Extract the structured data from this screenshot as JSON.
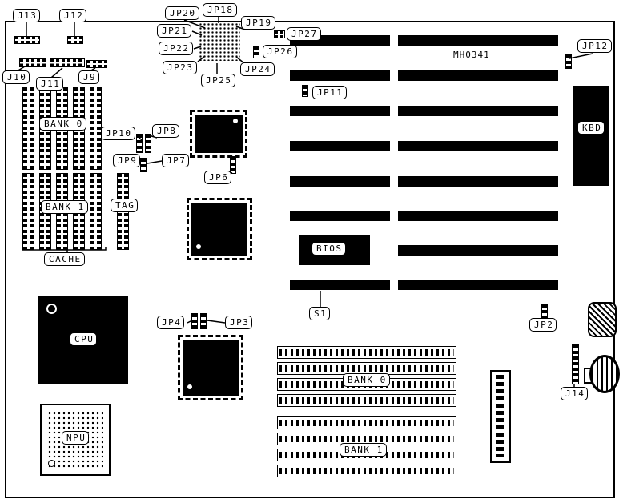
{
  "board": {
    "part_number": "MH0341"
  },
  "labels": {
    "j13": "J13",
    "j12": "J12",
    "j10": "J10",
    "j11": "J11",
    "j9": "J9",
    "j14": "J14",
    "jp2": "JP2",
    "jp3": "JP3",
    "jp4": "JP4",
    "jp6": "JP6",
    "jp7": "JP7",
    "jp8": "JP8",
    "jp9": "JP9",
    "jp10": "JP10",
    "jp11": "JP11",
    "jp12": "JP12",
    "jp18": "JP18",
    "jp19": "JP19",
    "jp20": "JP20",
    "jp21": "JP21",
    "jp22": "JP22",
    "jp23": "JP23",
    "jp24": "JP24",
    "jp25": "JP25",
    "jp26": "JP26",
    "jp27": "JP27",
    "s1": "S1",
    "cpu": "CPU",
    "npu": "NPU",
    "bios": "BIOS",
    "kbd": "KBD",
    "tag": "TAG",
    "cache": "CACHE",
    "cache_bank0": "BANK 0",
    "cache_bank1": "BANK 1",
    "ram_bank0": "BANK 0",
    "ram_bank1": "BANK 1"
  }
}
